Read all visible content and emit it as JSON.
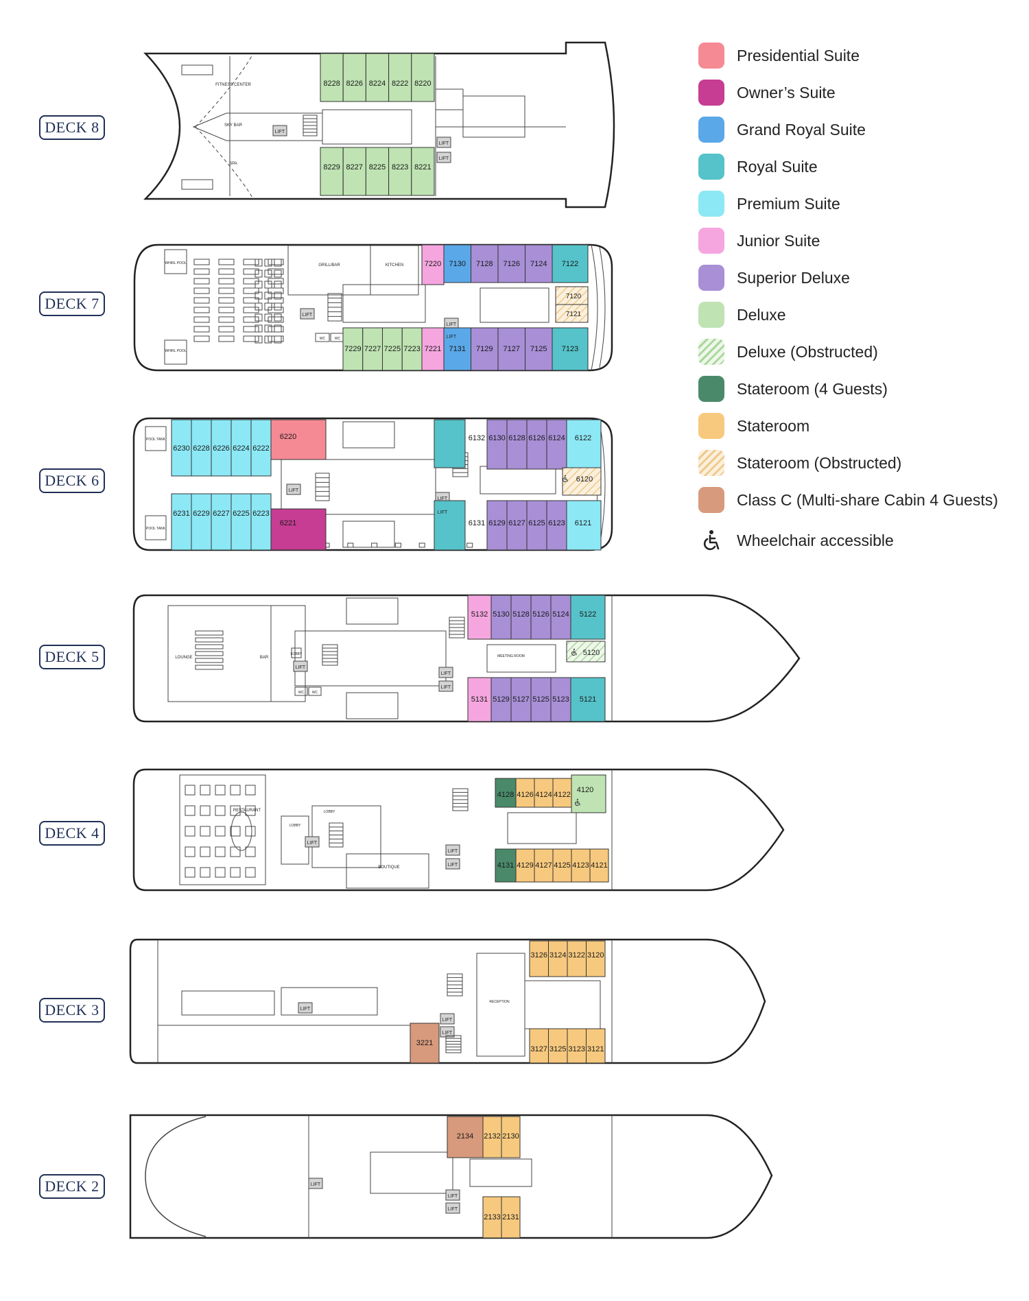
{
  "colors": {
    "presidential": "#f58a94",
    "owners": "#c63d93",
    "grand_royal": "#5aa8e8",
    "royal": "#55c3c9",
    "premium": "#8de8f5",
    "junior": "#f5a6df",
    "superior": "#a88fd6",
    "deluxe": "#bfe3b3",
    "deluxe_obstructed": "#cfe8c4",
    "stateroom4": "#4a8a6b",
    "stateroom": "#f7c97e",
    "stateroom_obstructed": "#f3dcae",
    "classc": "#d89a7c",
    "outline": "#222222"
  },
  "legend": [
    {
      "key": "presidential",
      "label": "Presidential Suite",
      "icon": ""
    },
    {
      "key": "owners",
      "label": "Owner’s Suite",
      "icon": ""
    },
    {
      "key": "grand_royal",
      "label": "Grand Royal Suite",
      "icon": ""
    },
    {
      "key": "royal",
      "label": "Royal Suite",
      "icon": ""
    },
    {
      "key": "premium",
      "label": "Premium Suite",
      "icon": ""
    },
    {
      "key": "junior",
      "label": "Junior Suite",
      "icon": ""
    },
    {
      "key": "superior",
      "label": "Superior Deluxe",
      "icon": ""
    },
    {
      "key": "deluxe",
      "label": "Deluxe",
      "icon": ""
    },
    {
      "key": "deluxe_obstructed",
      "label": "Deluxe (Obstructed)",
      "icon": "hatch"
    },
    {
      "key": "stateroom4",
      "label": "Stateroom (4 Guests)",
      "icon": ""
    },
    {
      "key": "stateroom",
      "label": "Stateroom",
      "icon": ""
    },
    {
      "key": "stateroom_obstructed",
      "label": "Stateroom (Obstructed)",
      "icon": "hatch"
    },
    {
      "key": "classc",
      "label": "Class C (Multi-share Cabin 4 Guests)",
      "icon": ""
    },
    {
      "key": "",
      "label": "Wheelchair accessible",
      "icon": "wheelchair-icon"
    }
  ],
  "labels": {
    "lift": "LIFT",
    "wc": "WC",
    "fitness": "FITNESS CENTER",
    "skybar": "SKY BAR",
    "spa": "SPA",
    "whirlpool": "WHIRL POOL",
    "grillbar": "GRILL/BAR",
    "kitchen": "KITCHEN",
    "pooltank": "POOL TANK",
    "lounge": "LOUNGE",
    "bar": "BAR",
    "lobby": "LOBBY",
    "meeting": "MEETING ROOM",
    "restaurant": "RESTAURANT",
    "boutique": "BOUTIQUE",
    "reception": "RECEPTION"
  },
  "decks": [
    {
      "label": "DECK 8",
      "cabins": [
        {
          "n": "8228",
          "c": "deluxe"
        },
        {
          "n": "8226",
          "c": "deluxe"
        },
        {
          "n": "8224",
          "c": "deluxe"
        },
        {
          "n": "8222",
          "c": "deluxe"
        },
        {
          "n": "8220",
          "c": "deluxe"
        },
        {
          "n": "8229",
          "c": "deluxe"
        },
        {
          "n": "8227",
          "c": "deluxe"
        },
        {
          "n": "8225",
          "c": "deluxe"
        },
        {
          "n": "8223",
          "c": "deluxe"
        },
        {
          "n": "8221",
          "c": "deluxe"
        }
      ]
    },
    {
      "label": "DECK 7",
      "cabins": [
        {
          "n": "7220",
          "c": "junior"
        },
        {
          "n": "7130",
          "c": "grand_royal"
        },
        {
          "n": "7128",
          "c": "superior"
        },
        {
          "n": "7126",
          "c": "superior"
        },
        {
          "n": "7124",
          "c": "superior"
        },
        {
          "n": "7122",
          "c": "royal"
        },
        {
          "n": "7120",
          "c": "stateroom_obstructed"
        },
        {
          "n": "7121",
          "c": "stateroom_obstructed"
        },
        {
          "n": "7229",
          "c": "deluxe"
        },
        {
          "n": "7227",
          "c": "deluxe"
        },
        {
          "n": "7225",
          "c": "deluxe"
        },
        {
          "n": "7223",
          "c": "deluxe"
        },
        {
          "n": "7221",
          "c": "junior"
        },
        {
          "n": "7131",
          "c": "grand_royal"
        },
        {
          "n": "7129",
          "c": "superior"
        },
        {
          "n": "7127",
          "c": "superior"
        },
        {
          "n": "7125",
          "c": "superior"
        },
        {
          "n": "7123",
          "c": "royal"
        }
      ]
    },
    {
      "label": "DECK 6",
      "cabins": [
        {
          "n": "6230",
          "c": "premium"
        },
        {
          "n": "6228",
          "c": "premium"
        },
        {
          "n": "6226",
          "c": "premium"
        },
        {
          "n": "6224",
          "c": "premium"
        },
        {
          "n": "6222",
          "c": "premium"
        },
        {
          "n": "6220",
          "c": "presidential"
        },
        {
          "n": "6231",
          "c": "premium"
        },
        {
          "n": "6229",
          "c": "premium"
        },
        {
          "n": "6227",
          "c": "premium"
        },
        {
          "n": "6225",
          "c": "premium"
        },
        {
          "n": "6223",
          "c": "premium"
        },
        {
          "n": "6221",
          "c": "owners"
        },
        {
          "n": "6132",
          "c": "royal"
        },
        {
          "n": "6130",
          "c": "superior"
        },
        {
          "n": "6128",
          "c": "superior"
        },
        {
          "n": "6126",
          "c": "superior"
        },
        {
          "n": "6124",
          "c": "superior"
        },
        {
          "n": "6122",
          "c": "premium"
        },
        {
          "n": "6120",
          "c": "stateroom_obstructed"
        },
        {
          "n": "6131",
          "c": "royal"
        },
        {
          "n": "6129",
          "c": "superior"
        },
        {
          "n": "6127",
          "c": "superior"
        },
        {
          "n": "6125",
          "c": "superior"
        },
        {
          "n": "6123",
          "c": "superior"
        },
        {
          "n": "6121",
          "c": "premium"
        }
      ]
    },
    {
      "label": "DECK 5",
      "cabins": [
        {
          "n": "5132",
          "c": "junior"
        },
        {
          "n": "5130",
          "c": "superior"
        },
        {
          "n": "5128",
          "c": "superior"
        },
        {
          "n": "5126",
          "c": "superior"
        },
        {
          "n": "5124",
          "c": "superior"
        },
        {
          "n": "5122",
          "c": "royal"
        },
        {
          "n": "5120",
          "c": "deluxe_obstructed"
        },
        {
          "n": "5131",
          "c": "junior"
        },
        {
          "n": "5129",
          "c": "superior"
        },
        {
          "n": "5127",
          "c": "superior"
        },
        {
          "n": "5125",
          "c": "superior"
        },
        {
          "n": "5123",
          "c": "superior"
        },
        {
          "n": "5121",
          "c": "royal"
        }
      ]
    },
    {
      "label": "DECK 4",
      "cabins": [
        {
          "n": "4128",
          "c": "stateroom4"
        },
        {
          "n": "4126",
          "c": "stateroom"
        },
        {
          "n": "4124",
          "c": "stateroom"
        },
        {
          "n": "4122",
          "c": "stateroom"
        },
        {
          "n": "4120",
          "c": "deluxe"
        },
        {
          "n": "4131",
          "c": "stateroom4"
        },
        {
          "n": "4129",
          "c": "stateroom"
        },
        {
          "n": "4127",
          "c": "stateroom"
        },
        {
          "n": "4125",
          "c": "stateroom"
        },
        {
          "n": "4123",
          "c": "stateroom"
        },
        {
          "n": "4121",
          "c": "stateroom"
        }
      ]
    },
    {
      "label": "DECK 3",
      "cabins": [
        {
          "n": "3126",
          "c": "stateroom"
        },
        {
          "n": "3124",
          "c": "stateroom"
        },
        {
          "n": "3122",
          "c": "stateroom"
        },
        {
          "n": "3120",
          "c": "stateroom"
        },
        {
          "n": "3221",
          "c": "classc"
        },
        {
          "n": "3127",
          "c": "stateroom"
        },
        {
          "n": "3125",
          "c": "stateroom"
        },
        {
          "n": "3123",
          "c": "stateroom"
        },
        {
          "n": "3121",
          "c": "stateroom"
        }
      ]
    },
    {
      "label": "DECK 2",
      "cabins": [
        {
          "n": "2134",
          "c": "classc"
        },
        {
          "n": "2132",
          "c": "stateroom"
        },
        {
          "n": "2130",
          "c": "stateroom"
        },
        {
          "n": "2133",
          "c": "stateroom"
        },
        {
          "n": "2131",
          "c": "stateroom"
        }
      ]
    }
  ]
}
